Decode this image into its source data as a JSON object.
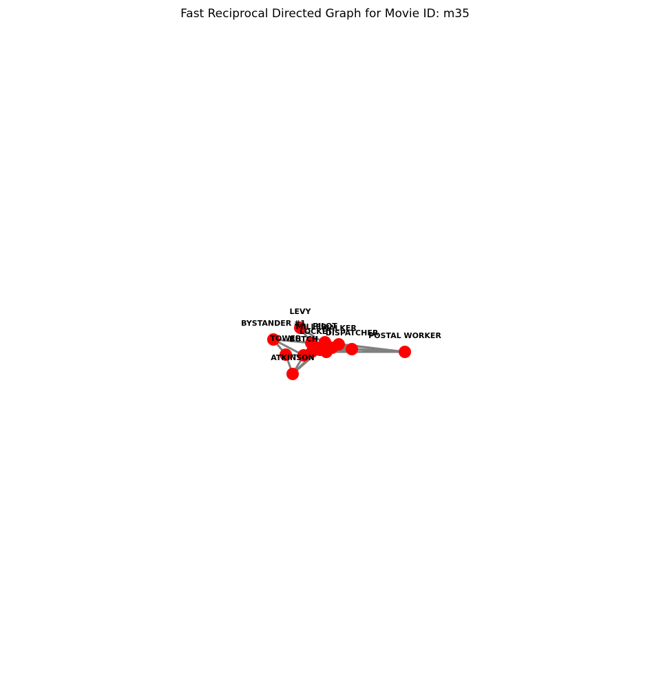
{
  "page": {
    "title": "Fast Reciprocal Directed Graph for Movie ID: m35"
  },
  "graph": {
    "node_color": "#ff0000",
    "edge_color": "#808080",
    "label_color": "#000000",
    "nodes": [
      {
        "id": "LEVY",
        "label": "LEVY"
      },
      {
        "id": "BYSTANDER",
        "label": "BYSTANDER #1"
      },
      {
        "id": "TOWER",
        "label": "TOWER"
      },
      {
        "id": "ATKINSON",
        "label": "ATKINSON"
      },
      {
        "id": "POSTAL_WORKER",
        "label": "POSTAL WORKER"
      },
      {
        "id": "MILLER",
        "label": "MILLER"
      },
      {
        "id": "WALKER",
        "label": "WALKER"
      },
      {
        "id": "PILOT",
        "label": "PILOT"
      },
      {
        "id": "BUTCH",
        "label": "BUTCH"
      },
      {
        "id": "DISPATCHER",
        "label": "DISPATCHER"
      },
      {
        "id": "LOCKET",
        "label": "LOCKET"
      },
      {
        "id": "N1",
        "label": ""
      },
      {
        "id": "N2",
        "label": ""
      },
      {
        "id": "N3",
        "label": ""
      },
      {
        "id": "N4",
        "label": ""
      }
    ],
    "edges": [
      [
        "POSTAL_WORKER",
        "DISPATCHER"
      ],
      [
        "POSTAL_WORKER",
        "WALKER"
      ],
      [
        "POSTAL_WORKER",
        "N2"
      ],
      [
        "POSTAL_WORKER",
        "PILOT"
      ],
      [
        "POSTAL_WORKER",
        "N3"
      ],
      [
        "BYSTANDER",
        "MILLER"
      ],
      [
        "BYSTANDER",
        "BUTCH"
      ],
      [
        "BYSTANDER",
        "TOWER"
      ],
      [
        "TOWER",
        "ATKINSON"
      ],
      [
        "TOWER",
        "BUTCH"
      ],
      [
        "N4",
        "ATKINSON"
      ],
      [
        "N4",
        "MILLER"
      ],
      [
        "N4",
        "N1"
      ],
      [
        "N4",
        "PILOT"
      ],
      [
        "ATKINSON",
        "MILLER"
      ],
      [
        "ATKINSON",
        "PILOT"
      ],
      [
        "LEVY",
        "MILLER"
      ],
      [
        "LEVY",
        "N2"
      ],
      [
        "MILLER",
        "WALKER"
      ],
      [
        "MILLER",
        "PILOT"
      ],
      [
        "MILLER",
        "N1"
      ],
      [
        "BUTCH",
        "WALKER"
      ],
      [
        "BUTCH",
        "N1"
      ],
      [
        "WALKER",
        "DISPATCHER"
      ],
      [
        "WALKER",
        "N3"
      ],
      [
        "PILOT",
        "N2"
      ],
      [
        "N1",
        "N3"
      ],
      [
        "LOCKET",
        "PILOT"
      ],
      [
        "DISPATCHER",
        "N3"
      ]
    ]
  }
}
